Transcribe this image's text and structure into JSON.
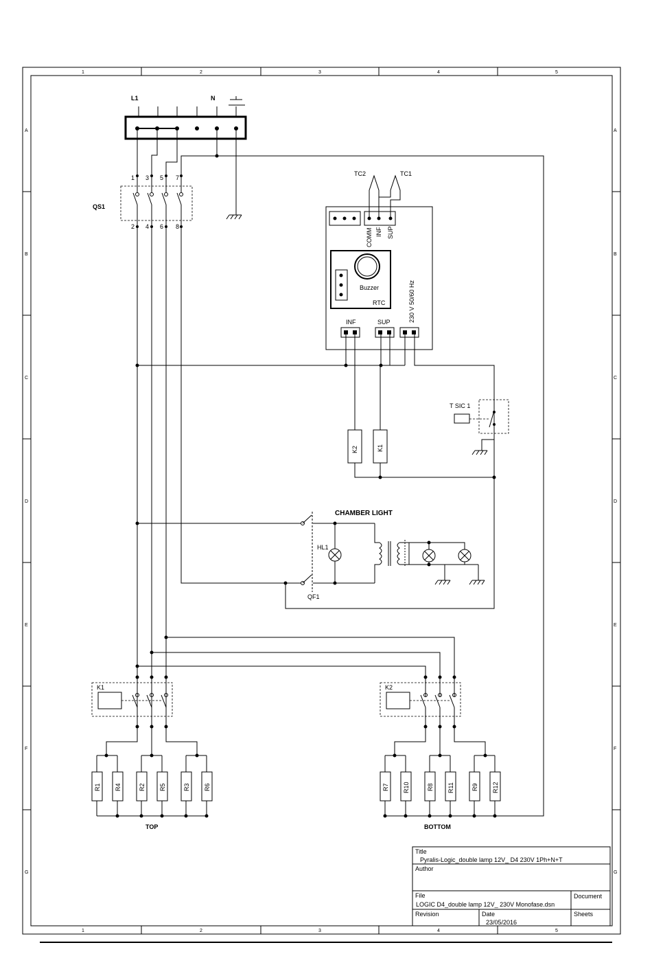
{
  "frame": {
    "columns": [
      "1",
      "2",
      "3",
      "4",
      "5"
    ],
    "rows": [
      "A",
      "B",
      "C",
      "D",
      "E",
      "F",
      "G"
    ]
  },
  "terminal": {
    "l1": "L1",
    "n": "N"
  },
  "qs1": {
    "label": "QS1",
    "pins_top": [
      "1",
      "3",
      "5",
      "7"
    ],
    "pins_bottom": [
      "2",
      "4",
      "6",
      "8"
    ]
  },
  "controller": {
    "tc2": "TC2",
    "tc1": "TC1",
    "probe_pins": [
      "COMM",
      "INF",
      "SUP"
    ],
    "buzzer": "Buzzer",
    "rtc": "RTC",
    "supply": "230 V 50/60 Hz",
    "out_inf": "INF",
    "out_sup": "SUP"
  },
  "coils": {
    "k2": "K2",
    "k1": "K1"
  },
  "tsic": "T SIC 1",
  "chamber": {
    "title": "CHAMBER LIGHT",
    "hl1": "HL1",
    "qf1": "QF1"
  },
  "contactors": {
    "k1": "K1",
    "k2": "K2"
  },
  "resistors": {
    "top": [
      "R1",
      "R4",
      "R2",
      "R5",
      "R3",
      "R6"
    ],
    "bottom": [
      "R7",
      "R10",
      "R8",
      "R11",
      "R9",
      "R12"
    ]
  },
  "groups": {
    "top": "TOP",
    "bottom": "BOTTOM"
  },
  "title_block": {
    "title_label": "Title",
    "title_value": "Pyralis-Logic_double lamp 12V_ D4 230V 1Ph+N+T",
    "author_label": "Author",
    "file_label": "File",
    "file_value": "LOGIC D4_double lamp 12V_ 230V Monofase.dsn",
    "document_label": "Document",
    "revision_label": "Revision",
    "date_label": "Date",
    "date_value": "23/05/2016",
    "sheets_label": "Sheets"
  }
}
